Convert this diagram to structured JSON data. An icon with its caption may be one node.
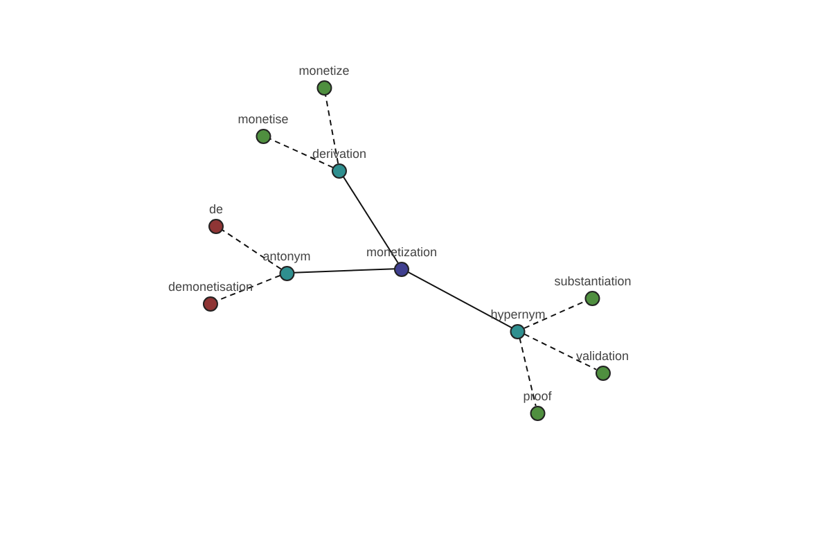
{
  "diagram": {
    "nodes": [
      {
        "text": [
          "monetization"
        ]
      },
      {
        "text": [
          "derivation"
        ]
      },
      {
        "text": [
          "antonym"
        ]
      },
      {
        "text": [
          "hypernym"
        ]
      },
      {
        "text": [
          "monetize"
        ]
      },
      {
        "text": [
          "monetise"
        ]
      },
      {
        "text": [
          "de"
        ]
      },
      {
        "text": [
          "demonetisation"
        ]
      },
      {
        "text": [
          "substantiation"
        ]
      },
      {
        "text": [
          "validation"
        ]
      },
      {
        "text": [
          "proof"
        ]
      }
    ],
    "edges": [
      {
        "from": 0,
        "to": 1,
        "arrow": "none"
      },
      {
        "from": 0,
        "to": 2,
        "arrow": "none"
      },
      {
        "from": 0,
        "to": 3,
        "arrow": "none"
      },
      {
        "from": 1,
        "to": 4,
        "arrow": "none",
        "style": "dashed"
      },
      {
        "from": 1,
        "to": 5,
        "arrow": "none",
        "style": "dashed"
      },
      {
        "from": 2,
        "to": 6,
        "arrow": "none",
        "style": "dashed"
      },
      {
        "from": 2,
        "to": 7,
        "arrow": "none",
        "style": "dashed"
      },
      {
        "from": 3,
        "to": 8,
        "arrow": "none",
        "style": "dashed"
      },
      {
        "from": 3,
        "to": 9,
        "arrow": "none",
        "style": "dashed"
      },
      {
        "from": 3,
        "to": 10,
        "arrow": "none",
        "style": "dashed"
      }
    ]
  }
}
